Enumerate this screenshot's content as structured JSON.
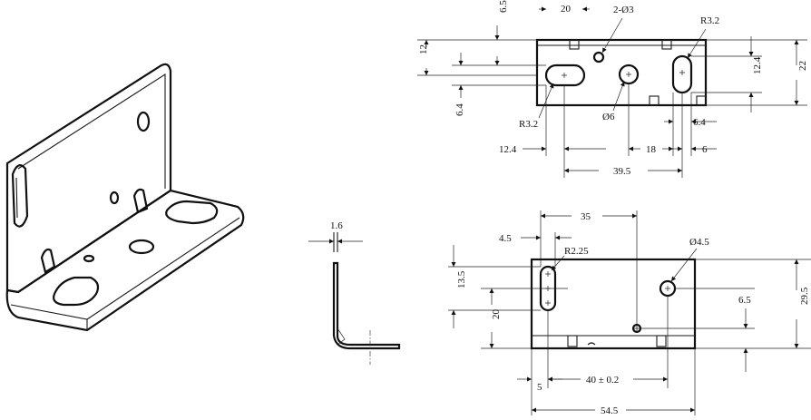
{
  "colors": {
    "line": "#1a1a1a",
    "background": "#ffffff"
  },
  "views": {
    "isometric": {
      "name": "isometric-view"
    },
    "side": {
      "name": "side-view",
      "dims": {
        "thickness": "1.6"
      }
    },
    "top": {
      "name": "top-view",
      "dims": {
        "d6_5": "6.5",
        "d20": "20",
        "holes_2": "2-Ø3",
        "r3_2_right": "R3.2",
        "d12": "12",
        "d12_4_right": "12.4",
        "d22": "22",
        "d6_4_left": "6.4",
        "r3_2_left": "R3.2",
        "dia6": "Ø6",
        "d6_4_right": "6.4",
        "d12_4_bottom": "12.4",
        "d18": "18",
        "d6": "6",
        "d39_5": "39.5"
      }
    },
    "front": {
      "name": "front-view",
      "dims": {
        "d35": "35",
        "d4_5": "4.5",
        "r2_25": "R2.25",
        "dia4_5": "Ø4.5",
        "d13_5": "13.5",
        "d6_5": "6.5",
        "d29_5": "29.5",
        "d20": "20",
        "d5": "5",
        "d40": "40 ± 0.2",
        "d54_5": "54.5"
      }
    }
  }
}
